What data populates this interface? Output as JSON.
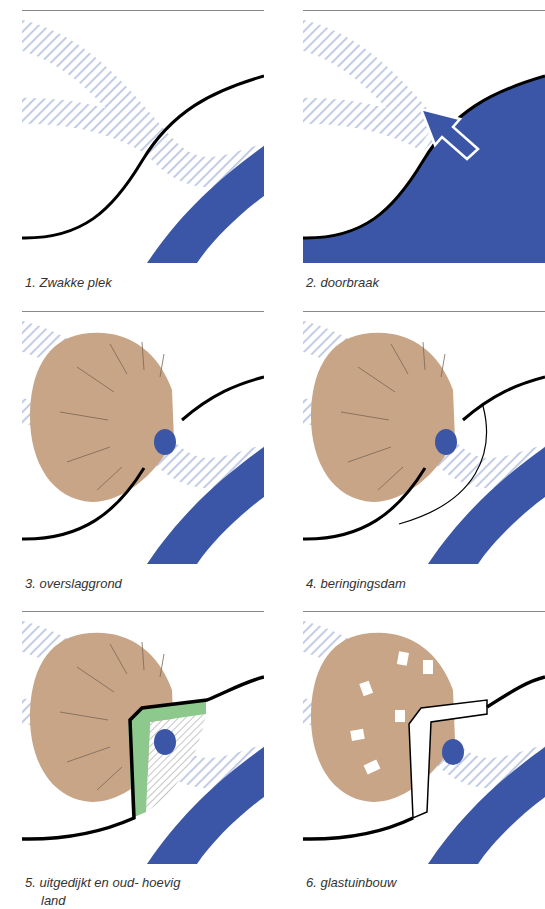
{
  "diagram": {
    "labels": [
      "1. Zwakke plek",
      "2. doorbraak",
      "3. overslaggrond",
      "4. beringingsdam",
      "5. uitgedijkt en oud- hoevig land",
      "6. glastuinbouw"
    ]
  }
}
